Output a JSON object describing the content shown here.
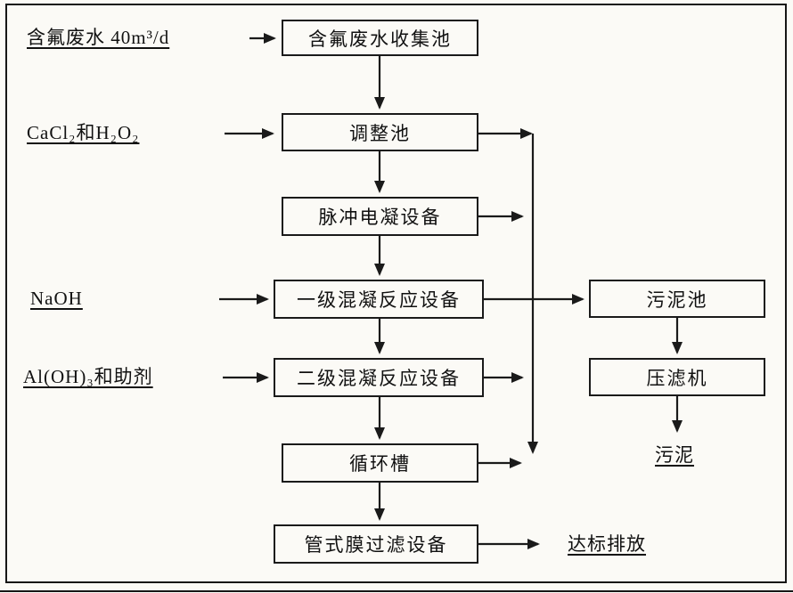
{
  "colors": {
    "ink": "#1a1a1a",
    "paper": "#fbfaf6"
  },
  "boxes": {
    "collection": "含氟废水收集池",
    "adjustment": "调整池",
    "pulse": "脉冲电凝设备",
    "coag1": "一级混凝反应设备",
    "coag2": "二级混凝反应设备",
    "circulation": "循环槽",
    "membrane": "管式膜过滤设备",
    "sludge_tank": "污泥池",
    "filter_press": "压滤机"
  },
  "inputs": {
    "wastewater": "含氟废水 40m³/d",
    "cacl2_h2o2": "CaCl₂和H₂O₂",
    "naoh": "NaOH",
    "aloh3": "Al(OH)₃和助剂"
  },
  "outputs": {
    "sludge": "污泥",
    "discharge": "达标排放"
  },
  "connections": [
    {
      "from": "input-wastewater",
      "to": "collection"
    },
    {
      "from": "collection",
      "to": "adjustment"
    },
    {
      "from": "input-cacl2_h2o2",
      "to": "adjustment"
    },
    {
      "from": "adjustment",
      "to": "pulse"
    },
    {
      "from": "adjustment",
      "to": "collector-line"
    },
    {
      "from": "pulse",
      "to": "coag1"
    },
    {
      "from": "pulse",
      "to": "collector-line"
    },
    {
      "from": "input-naoh",
      "to": "coag1"
    },
    {
      "from": "coag1",
      "to": "coag2"
    },
    {
      "from": "coag1",
      "to": "sludge_tank"
    },
    {
      "from": "input-aloh3",
      "to": "coag2"
    },
    {
      "from": "coag2",
      "to": "circulation"
    },
    {
      "from": "coag2",
      "to": "collector-line"
    },
    {
      "from": "circulation",
      "to": "membrane"
    },
    {
      "from": "circulation",
      "to": "collector-line"
    },
    {
      "from": "membrane",
      "to": "output-discharge"
    },
    {
      "from": "sludge_tank",
      "to": "filter_press"
    },
    {
      "from": "filter_press",
      "to": "output-sludge"
    }
  ]
}
